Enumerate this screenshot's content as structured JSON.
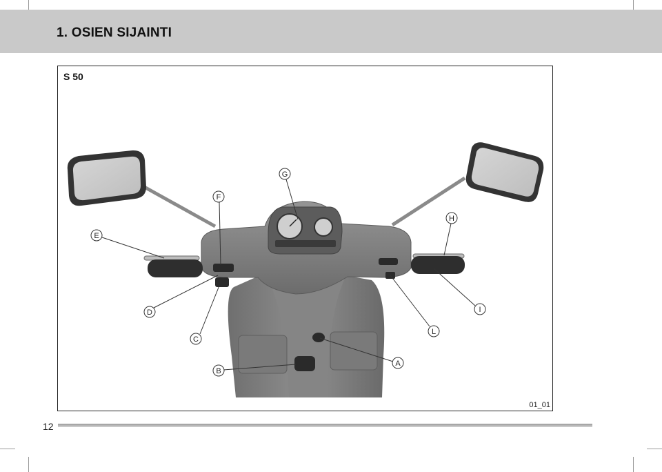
{
  "header": {
    "section_title": "1. OSIEN SIJAINTI"
  },
  "figure": {
    "model_label": "S 50",
    "figure_code": "01_01",
    "callouts": [
      "A",
      "B",
      "C",
      "D",
      "E",
      "F",
      "G",
      "H",
      "I",
      "L"
    ]
  },
  "footer": {
    "page_number": "12"
  },
  "colors": {
    "header_band": "#c9c9c9",
    "frame": "#222222",
    "body_paint": "#7e7e7e"
  }
}
